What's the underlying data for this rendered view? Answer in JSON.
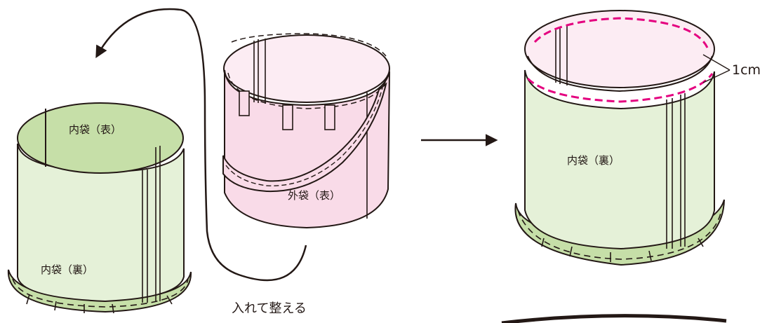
{
  "labels": {
    "inner_bag_outside": "内袋（表）",
    "inner_bag_inside_left": "内袋（裏）",
    "outer_bag_outside": "外袋（表）",
    "insert_instruction": "入れて整える",
    "inner_bag_inside_right": "内袋（裏）",
    "seam_allowance": "1cm"
  },
  "colors": {
    "inner_bag_fill": "#e5f1d8",
    "inner_bag_top_fill": "#c6dfa8",
    "outer_bag_fill": "#f9dbe8",
    "outer_bag_inside_fill": "#fcecf3",
    "stitch_line_color": "#e4007f",
    "line_color": "#231815"
  },
  "icons": {
    "curved_arrow": "curved-arrow-icon",
    "step_arrow": "right-arrow-icon"
  }
}
